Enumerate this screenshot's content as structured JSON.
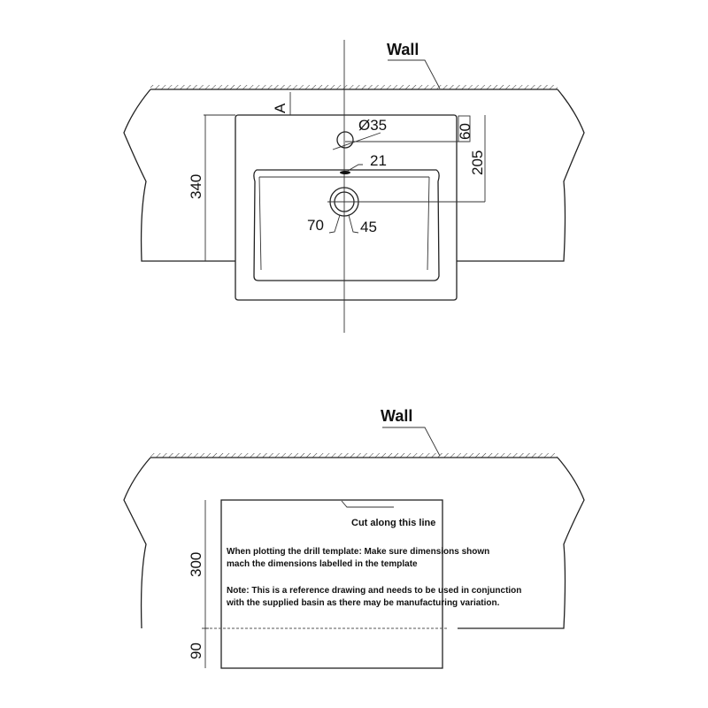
{
  "top_view": {
    "wall_label": "Wall",
    "dim_a": "A",
    "dim_depth": "340",
    "dim_tap_hole": "Ø35",
    "dim_tap_offset": "60",
    "dim_waste_offset": "205",
    "dim_overflow": "21",
    "dim_waste_outer": "70",
    "dim_waste_inner": "45"
  },
  "template_view": {
    "wall_label": "Wall",
    "cut_label": "Cut along this line",
    "dim_height": "300",
    "dim_lower": "90",
    "instruction_line1": "When plotting the drill template: Make sure dimensions shown",
    "instruction_line2": "mach the dimensions labelled in the template",
    "note_line1": "Note: This is a reference drawing and needs to be used in conjunction",
    "note_line2": "with the supplied basin as there may be manufacturing variation."
  }
}
